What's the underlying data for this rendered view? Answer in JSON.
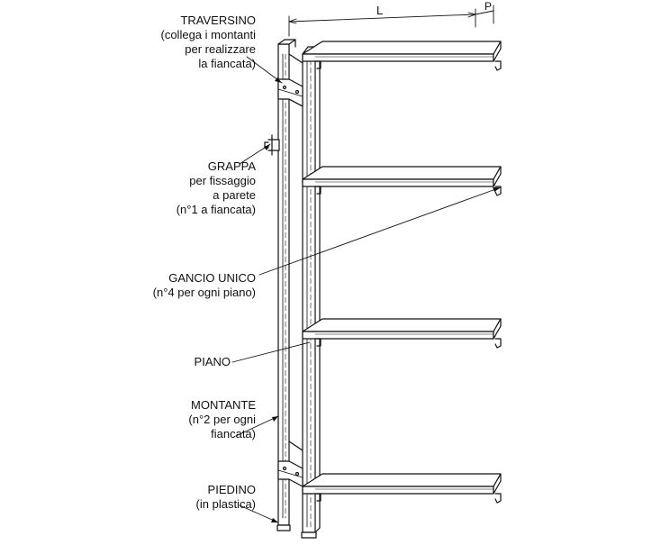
{
  "dimensions": {
    "length": "L",
    "depth": "P"
  },
  "callouts": [
    {
      "id": "traversino",
      "title": "TRAVERSINO",
      "lines": [
        "(collega i montanti",
        "per realizzare",
        "la fiancata)"
      ]
    },
    {
      "id": "grappa",
      "title": "GRAPPA",
      "lines": [
        "per fissaggio",
        "a parete",
        "(n°1 a fiancata)"
      ]
    },
    {
      "id": "gancio",
      "title": "GANCIO UNICO",
      "lines": [
        "(n°4 per ogni piano)"
      ]
    },
    {
      "id": "piano",
      "title": "PIANO",
      "lines": []
    },
    {
      "id": "montante",
      "title": "MONTANTE",
      "lines": [
        "(n°2 per ogni",
        "fiancata)"
      ]
    },
    {
      "id": "piedino",
      "title": "PIEDINO",
      "lines": [
        "(in plastica)"
      ]
    }
  ]
}
